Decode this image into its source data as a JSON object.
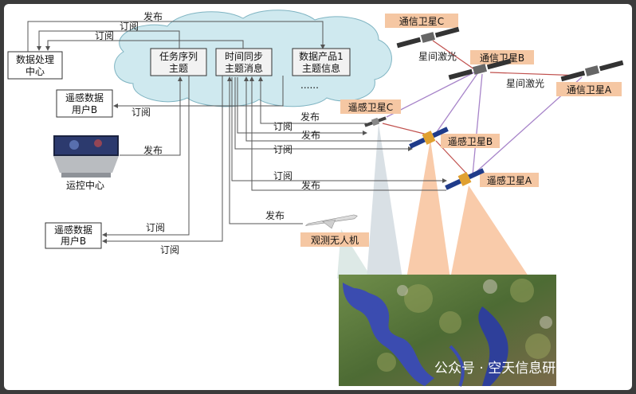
{
  "boxes": {
    "data_center": [
      "数据处理",
      "中心"
    ],
    "user_b_top": [
      "遥感数据",
      "用户B"
    ],
    "user_b_bottom": [
      "遥感数据",
      "用户B"
    ],
    "task_topic": [
      "任务序列",
      "主题"
    ],
    "sync_topic": [
      "时间同步",
      "主题消息"
    ],
    "product_topic": [
      "数据产品1",
      "主题信息"
    ],
    "ellipsis": "......"
  },
  "nodes": {
    "ops_center": "运控中心",
    "uav": "观测无人机",
    "rs_sat_a": "遥感卫星A",
    "rs_sat_b": "遥感卫星B",
    "rs_sat_c": "遥感卫星C",
    "comm_sat_a": "通信卫星A",
    "comm_sat_b": "通信卫星B",
    "comm_sat_c": "通信卫星C"
  },
  "links": {
    "publish": "发布",
    "subscribe": "订阅",
    "isl": "星间激光"
  },
  "watermark": "公众号 · 空天信息研究",
  "colors": {
    "cloud": "#cfe9ef",
    "cloud_edge": "#7fb4c2",
    "orange_label": "#f5c7a3",
    "beam_orange": "#f7b98d",
    "beam_gray": "#cfd8de",
    "water": "#3b4cb0"
  }
}
